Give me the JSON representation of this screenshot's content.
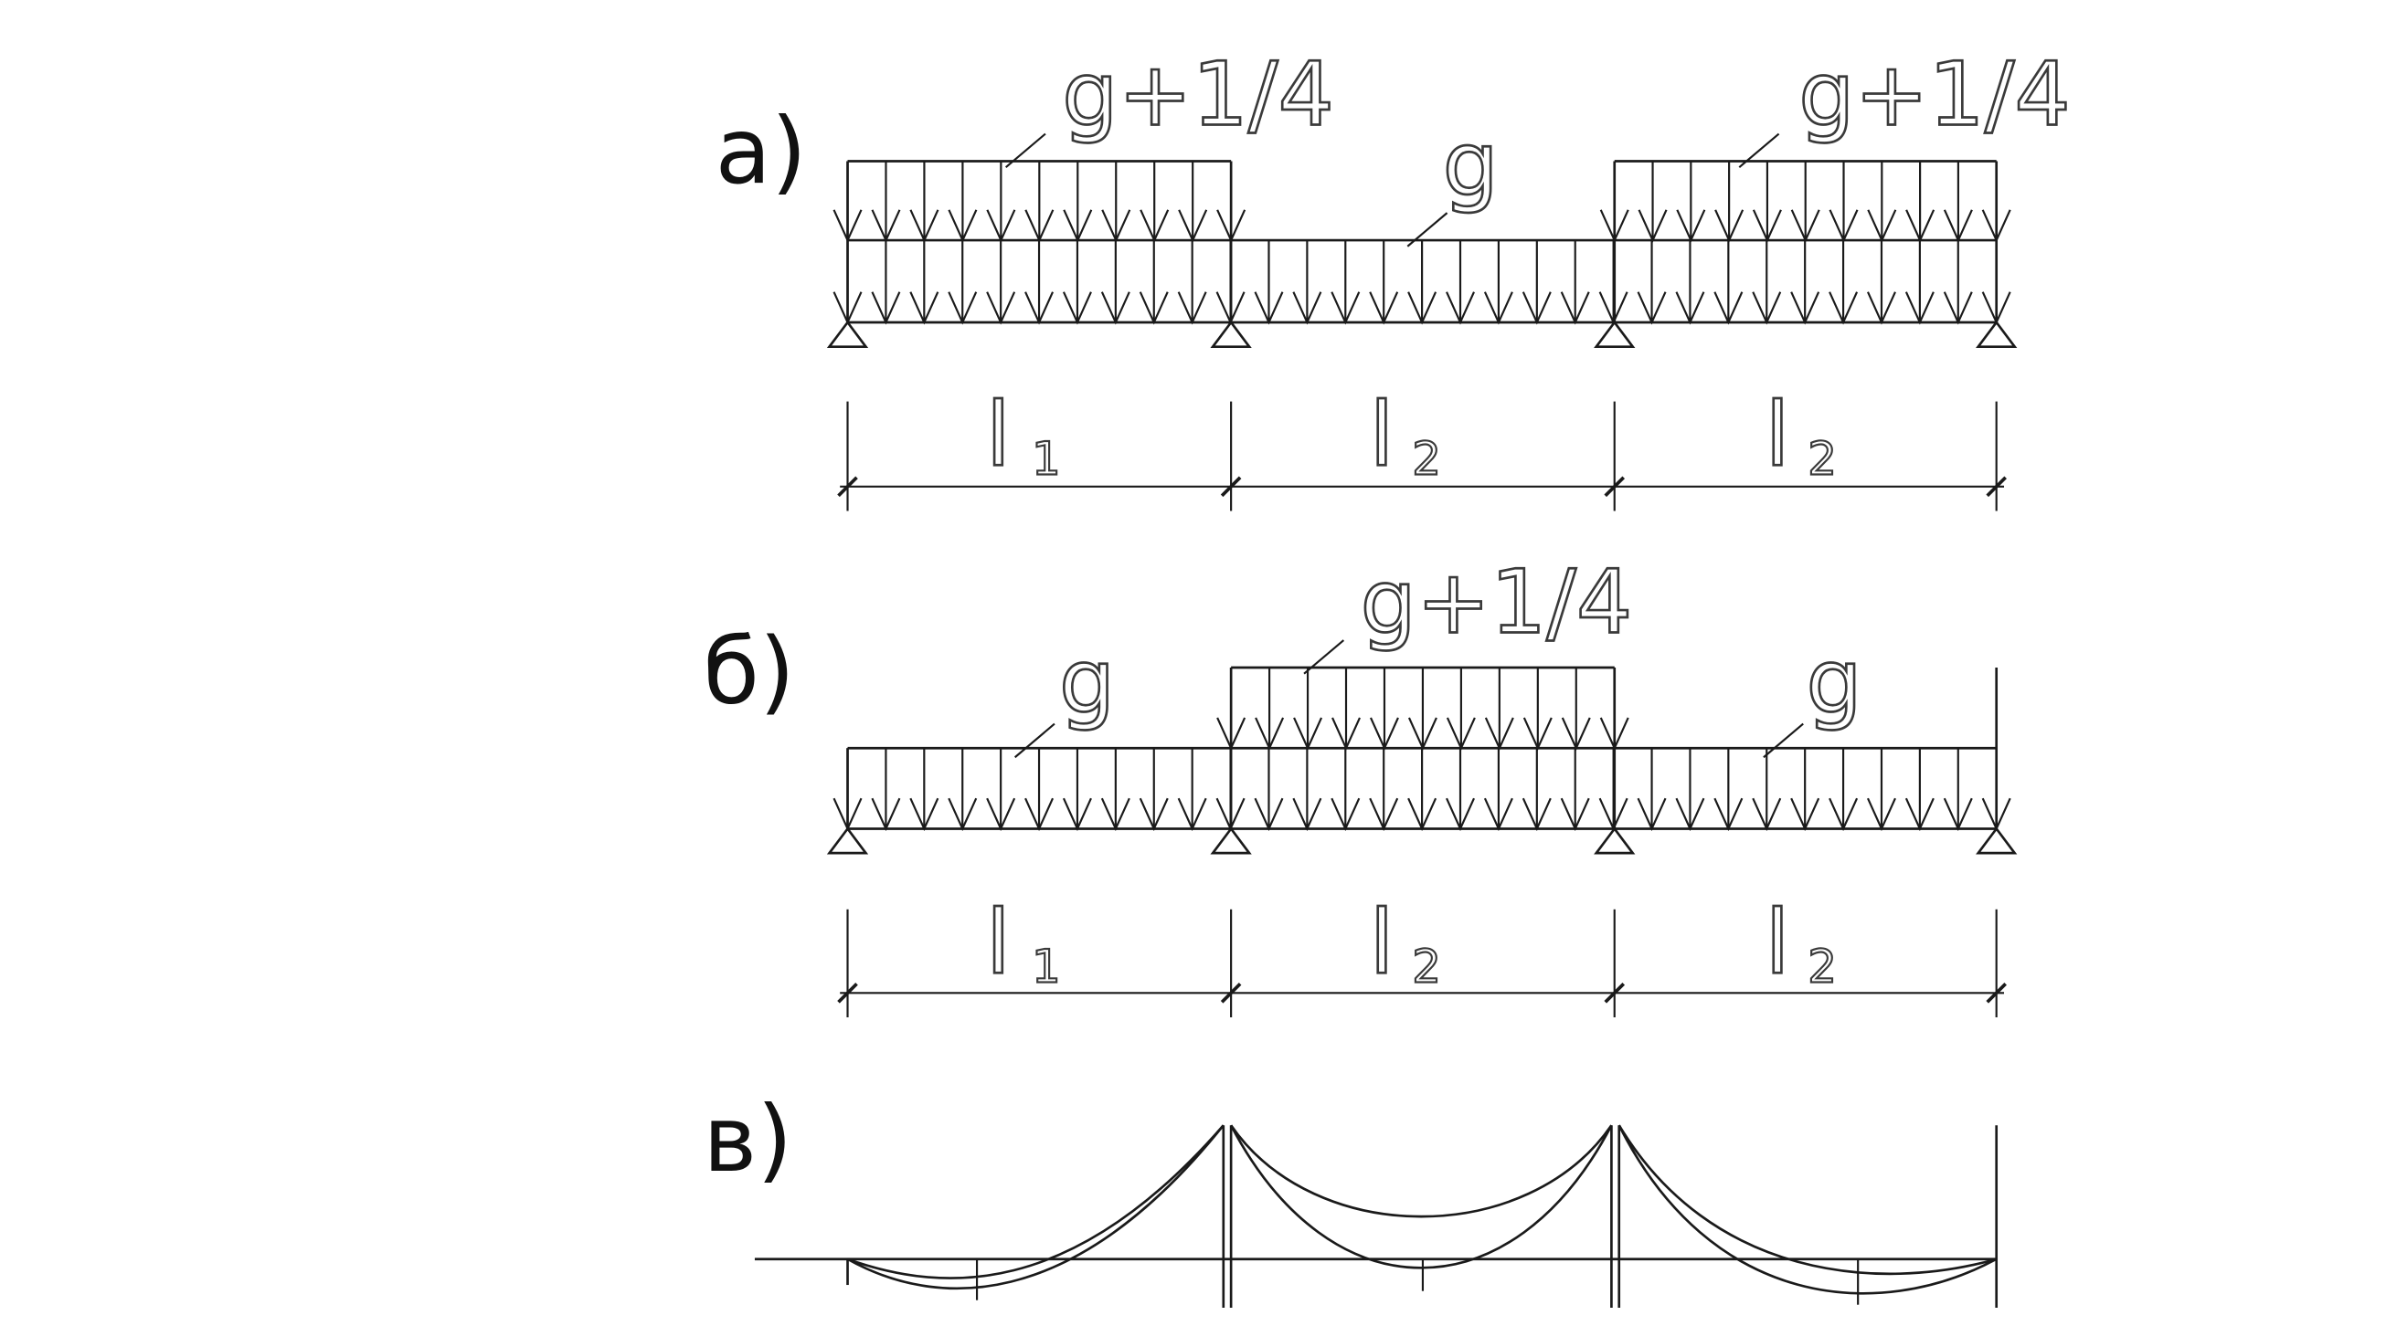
{
  "colors": {
    "line": "#1a1a1a",
    "background": "#ffffff"
  },
  "panels": {
    "a": {
      "label": "а)",
      "loads": {
        "left_label": "g+1/4",
        "middle_label": "g",
        "right_label": "g+1/4"
      },
      "spans": [
        {
          "letter": "l",
          "sub": "1"
        },
        {
          "letter": "l",
          "sub": "2"
        },
        {
          "letter": "l",
          "sub": "2"
        }
      ]
    },
    "b": {
      "label": "б)",
      "loads": {
        "left_label": "g",
        "middle_label": "g+1/4",
        "right_label": "g"
      },
      "spans": [
        {
          "letter": "l",
          "sub": "1"
        },
        {
          "letter": "l",
          "sub": "2"
        },
        {
          "letter": "l",
          "sub": "2"
        }
      ]
    },
    "c": {
      "label": "в)"
    }
  }
}
